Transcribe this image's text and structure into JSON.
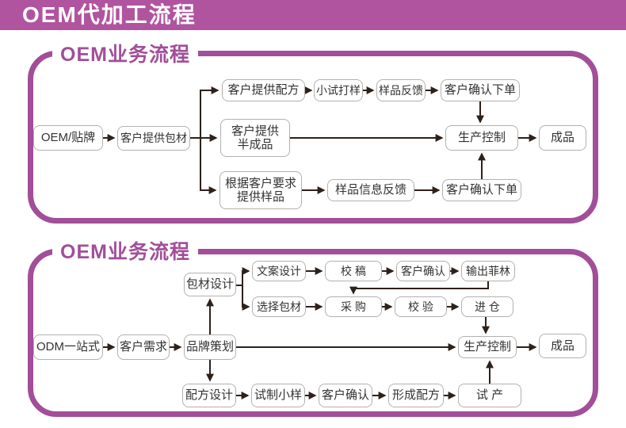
{
  "title_bar": {
    "title": "OEM代加工流程"
  },
  "colors": {
    "bar": "#b1549f",
    "purple": "#a24e99",
    "boxborder": "#b3b1af",
    "arrow": "#2e211a",
    "ink": "#333333"
  },
  "panel1": {
    "header": "OEM业务流程",
    "nodes": {
      "start": "OEM/贴牌",
      "provide_packaging": "客户提供包材",
      "provide_formula": "客户提供配方",
      "small_trial": "小试打样",
      "sample_feedback": "样品反馈",
      "confirm_order_top": "客户确认下单",
      "provide_semi_l1": "客户提供",
      "provide_semi_l2": "半成品",
      "production_control": "生产控制",
      "finished_product": "成品",
      "per_request_l1": "根据客户要求",
      "per_request_l2": "提供样品",
      "sample_info_feedback": "样品信息反馈",
      "confirm_order_bottom": "客户确认下单"
    }
  },
  "panel2": {
    "header": "OEM业务流程",
    "nodes": {
      "start": "ODM一站式",
      "customer_need": "客户需求",
      "brand_planning": "品牌策划",
      "packaging_design": "包材设计",
      "copy_design": "文案设计",
      "proofreading": "校 稿",
      "customer_confirm_top": "客户确认",
      "film_output": "输出菲林",
      "select_packaging": "选择包材",
      "purchasing": "采 购",
      "verification": "校 验",
      "warehousing": "进 仓",
      "production_control": "生产控制",
      "finished_product": "成品",
      "formula_design": "配方设计",
      "trial_sample": "试制小样",
      "customer_confirm_bottom": "客户确认",
      "form_formula": "形成配方",
      "trial_production": "试 产"
    }
  }
}
